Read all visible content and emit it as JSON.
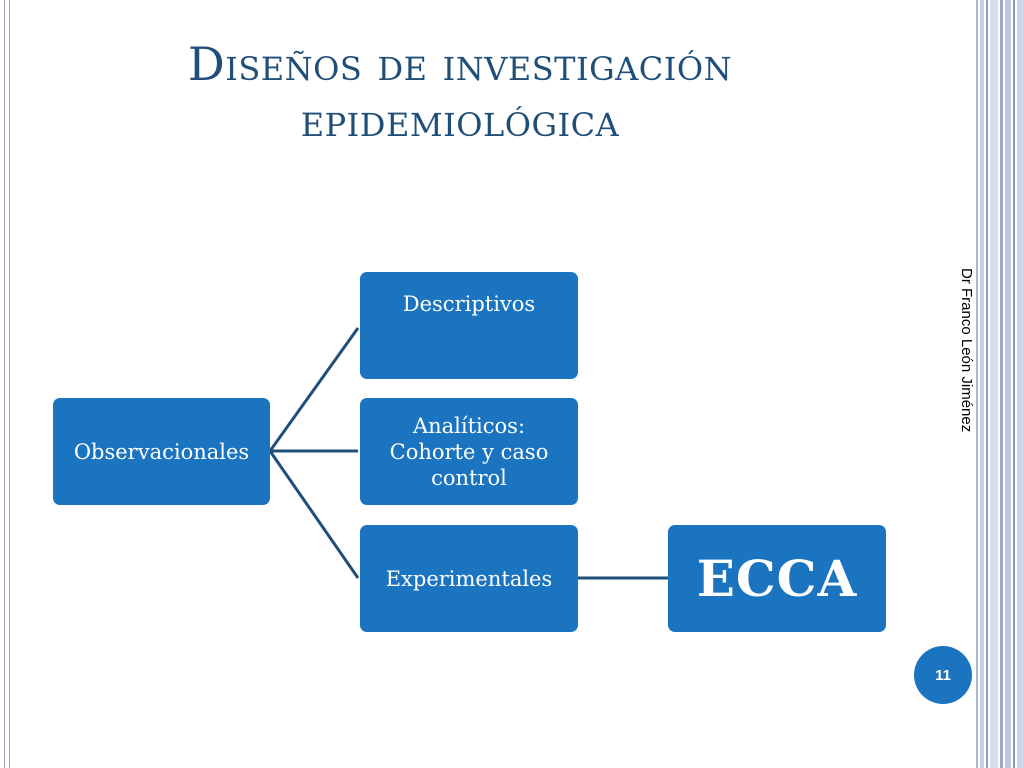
{
  "slide": {
    "title": "Diseños de investigación epidemiológica",
    "author": "Dr Franco León Jiménez",
    "page_number": "11"
  },
  "diagram": {
    "root": "Observacionales",
    "children": [
      "Descriptivos",
      "Analíticos: Cohorte y caso control",
      "Experimentales"
    ],
    "leaf": "ECCA"
  },
  "colors": {
    "node_fill": "#1b74bf",
    "connector": "#1f4e79",
    "title": "#1f4e79"
  }
}
